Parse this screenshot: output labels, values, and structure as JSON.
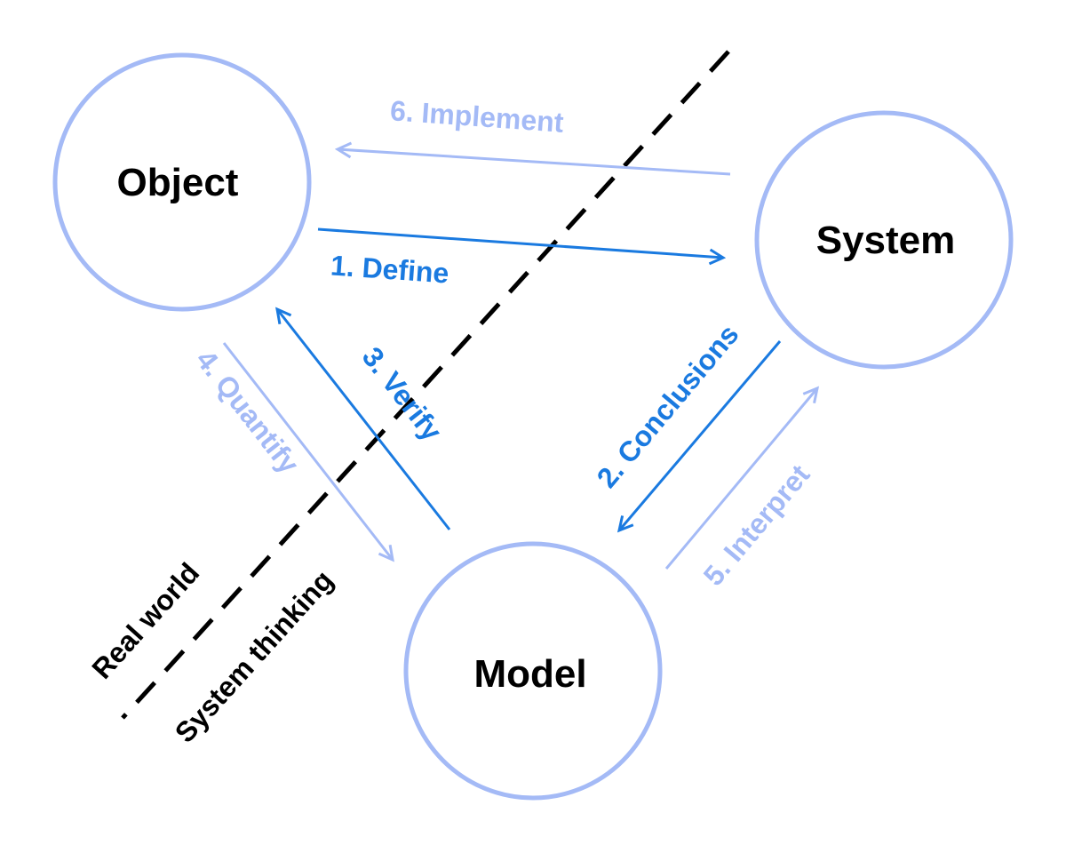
{
  "colors": {
    "node_stroke": "#a4baf6",
    "arrow_dark": "#1a7ae0",
    "arrow_light": "#a4baf6",
    "divider": "#000000",
    "text": "#000000"
  },
  "nodes": {
    "object": {
      "label": "Object"
    },
    "system": {
      "label": "System"
    },
    "model": {
      "label": "Model"
    }
  },
  "edges": {
    "define": {
      "label": "1. Define"
    },
    "conclusions": {
      "label": "2. Conclusions"
    },
    "verify": {
      "label": "3. Verify"
    },
    "quantify": {
      "label": "4. Quantify"
    },
    "interpret": {
      "label": "5. Interpret"
    },
    "implement": {
      "label": "6. Implement"
    }
  },
  "regions": {
    "real_world": {
      "label": "Real world"
    },
    "system_thinking": {
      "label": "System thinking"
    }
  }
}
